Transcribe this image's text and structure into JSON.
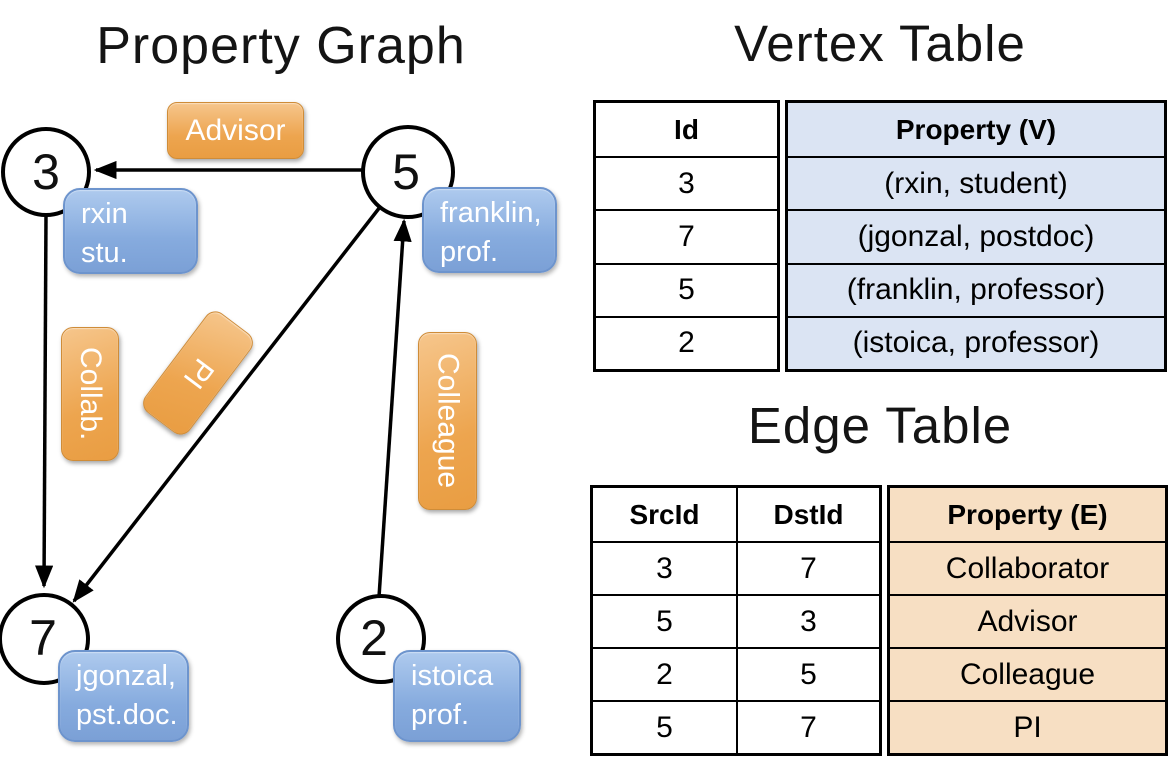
{
  "graph": {
    "title": "Property Graph",
    "vertices": [
      {
        "id": "3",
        "property_lines": [
          "rxin",
          "stu."
        ]
      },
      {
        "id": "5",
        "property_lines": [
          "franklin,",
          "prof."
        ]
      },
      {
        "id": "7",
        "property_lines": [
          "jgonzal,",
          "pst.doc."
        ]
      },
      {
        "id": "2",
        "property_lines": [
          "istoica",
          "prof."
        ]
      }
    ],
    "edge_labels": {
      "advisor": "Advisor",
      "collab": "Collab.",
      "pi": "PI",
      "colleague": "Colleague"
    },
    "edges": [
      {
        "from": "5",
        "to": "3",
        "label": "Advisor"
      },
      {
        "from": "3",
        "to": "7",
        "label": "Collab."
      },
      {
        "from": "5",
        "to": "7",
        "label": "PI"
      },
      {
        "from": "2",
        "to": "5",
        "label": "Colleague"
      }
    ]
  },
  "vertex_table": {
    "title": "Vertex Table",
    "columns": {
      "id": "Id",
      "property": "Property (V)"
    },
    "rows": [
      {
        "id": "3",
        "property": "(rxin, student)"
      },
      {
        "id": "7",
        "property": "(jgonzal, postdoc)"
      },
      {
        "id": "5",
        "property": "(franklin, professor)"
      },
      {
        "id": "2",
        "property": "(istoica, professor)"
      }
    ]
  },
  "edge_table": {
    "title": "Edge Table",
    "columns": {
      "src": "SrcId",
      "dst": "DstId",
      "property": "Property (E)"
    },
    "rows": [
      {
        "src": "3",
        "dst": "7",
        "property": "Collaborator"
      },
      {
        "src": "5",
        "dst": "3",
        "property": "Advisor"
      },
      {
        "src": "2",
        "dst": "5",
        "property": "Colleague"
      },
      {
        "src": "5",
        "dst": "7",
        "property": "PI"
      }
    ]
  },
  "colors": {
    "edge_label_orange": "#eda54f",
    "vertex_label_blue": "#86abde",
    "vertex_table_property_bg": "#dbe4f3",
    "edge_table_property_bg": "#f7dfc3",
    "line_color": "#000000"
  }
}
